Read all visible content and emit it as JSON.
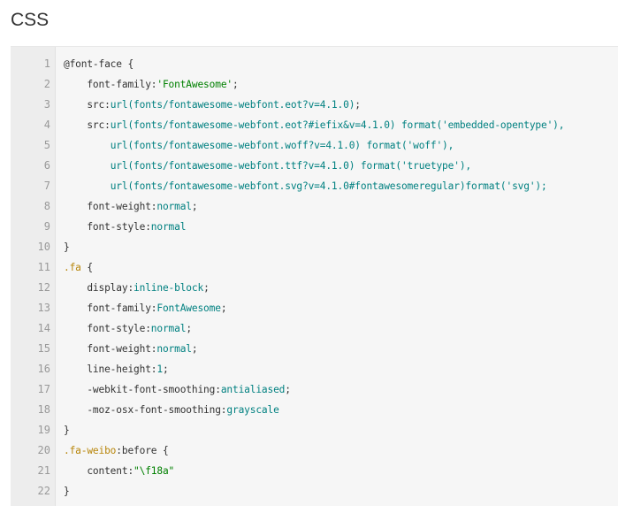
{
  "heading": "CSS",
  "lines": [
    {
      "n": "1",
      "indent": "",
      "parts": [
        {
          "t": "@font-face {",
          "c": ""
        }
      ]
    },
    {
      "n": "2",
      "indent": "    ",
      "parts": [
        {
          "t": "font-family:",
          "c": ""
        },
        {
          "t": "'FontAwesome'",
          "c": "str"
        },
        {
          "t": ";",
          "c": ""
        }
      ]
    },
    {
      "n": "3",
      "indent": "    ",
      "parts": [
        {
          "t": "src:",
          "c": ""
        },
        {
          "t": "url(fonts/fontawesome-webfont.eot?v=4.1.0)",
          "c": "val"
        },
        {
          "t": ";",
          "c": ""
        }
      ]
    },
    {
      "n": "4",
      "indent": "    ",
      "parts": [
        {
          "t": "src:",
          "c": ""
        },
        {
          "t": "url(fonts/fontawesome-webfont.eot?#iefix&v=4.1.0) format('embedded-opentype'),",
          "c": "val"
        }
      ]
    },
    {
      "n": "5",
      "indent": "        ",
      "parts": [
        {
          "t": "url(fonts/fontawesome-webfont.woff?v=4.1.0) format('woff'),",
          "c": "val"
        }
      ]
    },
    {
      "n": "6",
      "indent": "        ",
      "parts": [
        {
          "t": "url(fonts/fontawesome-webfont.ttf?v=4.1.0) format('truetype'),",
          "c": "val"
        }
      ]
    },
    {
      "n": "7",
      "indent": "        ",
      "parts": [
        {
          "t": "url(fonts/fontawesome-webfont.svg?v=4.1.0#fontawesomeregular)format('svg');",
          "c": "val"
        }
      ]
    },
    {
      "n": "8",
      "indent": "    ",
      "parts": [
        {
          "t": "font-weight:",
          "c": ""
        },
        {
          "t": "normal",
          "c": "val"
        },
        {
          "t": ";",
          "c": ""
        }
      ]
    },
    {
      "n": "9",
      "indent": "    ",
      "parts": [
        {
          "t": "font-style:",
          "c": ""
        },
        {
          "t": "normal",
          "c": "val"
        }
      ]
    },
    {
      "n": "10",
      "indent": "",
      "parts": [
        {
          "t": "}",
          "c": ""
        }
      ]
    },
    {
      "n": "11",
      "indent": "",
      "parts": [
        {
          "t": ".fa",
          "c": "sel"
        },
        {
          "t": " {",
          "c": ""
        }
      ]
    },
    {
      "n": "12",
      "indent": "    ",
      "parts": [
        {
          "t": "display:",
          "c": ""
        },
        {
          "t": "inline-block",
          "c": "val"
        },
        {
          "t": ";",
          "c": ""
        }
      ]
    },
    {
      "n": "13",
      "indent": "    ",
      "parts": [
        {
          "t": "font-family:",
          "c": ""
        },
        {
          "t": "FontAwesome",
          "c": "val"
        },
        {
          "t": ";",
          "c": ""
        }
      ]
    },
    {
      "n": "14",
      "indent": "    ",
      "parts": [
        {
          "t": "font-style:",
          "c": ""
        },
        {
          "t": "normal",
          "c": "val"
        },
        {
          "t": ";",
          "c": ""
        }
      ]
    },
    {
      "n": "15",
      "indent": "    ",
      "parts": [
        {
          "t": "font-weight:",
          "c": ""
        },
        {
          "t": "normal",
          "c": "val"
        },
        {
          "t": ";",
          "c": ""
        }
      ]
    },
    {
      "n": "16",
      "indent": "    ",
      "parts": [
        {
          "t": "line-height:",
          "c": ""
        },
        {
          "t": "1",
          "c": "val"
        },
        {
          "t": ";",
          "c": ""
        }
      ]
    },
    {
      "n": "17",
      "indent": "    ",
      "parts": [
        {
          "t": "-webkit-font-smoothing:",
          "c": ""
        },
        {
          "t": "antialiased",
          "c": "val"
        },
        {
          "t": ";",
          "c": ""
        }
      ]
    },
    {
      "n": "18",
      "indent": "    ",
      "parts": [
        {
          "t": "-moz-osx-font-smoothing:",
          "c": ""
        },
        {
          "t": "grayscale",
          "c": "val"
        }
      ]
    },
    {
      "n": "19",
      "indent": "",
      "parts": [
        {
          "t": "}",
          "c": ""
        }
      ]
    },
    {
      "n": "20",
      "indent": "",
      "parts": [
        {
          "t": ".fa-weibo",
          "c": "sel"
        },
        {
          "t": ":before {",
          "c": ""
        }
      ]
    },
    {
      "n": "21",
      "indent": "    ",
      "parts": [
        {
          "t": "content:",
          "c": ""
        },
        {
          "t": "\"\\f18a\"",
          "c": "str"
        }
      ]
    },
    {
      "n": "22",
      "indent": "",
      "parts": [
        {
          "t": "}",
          "c": ""
        }
      ]
    }
  ]
}
